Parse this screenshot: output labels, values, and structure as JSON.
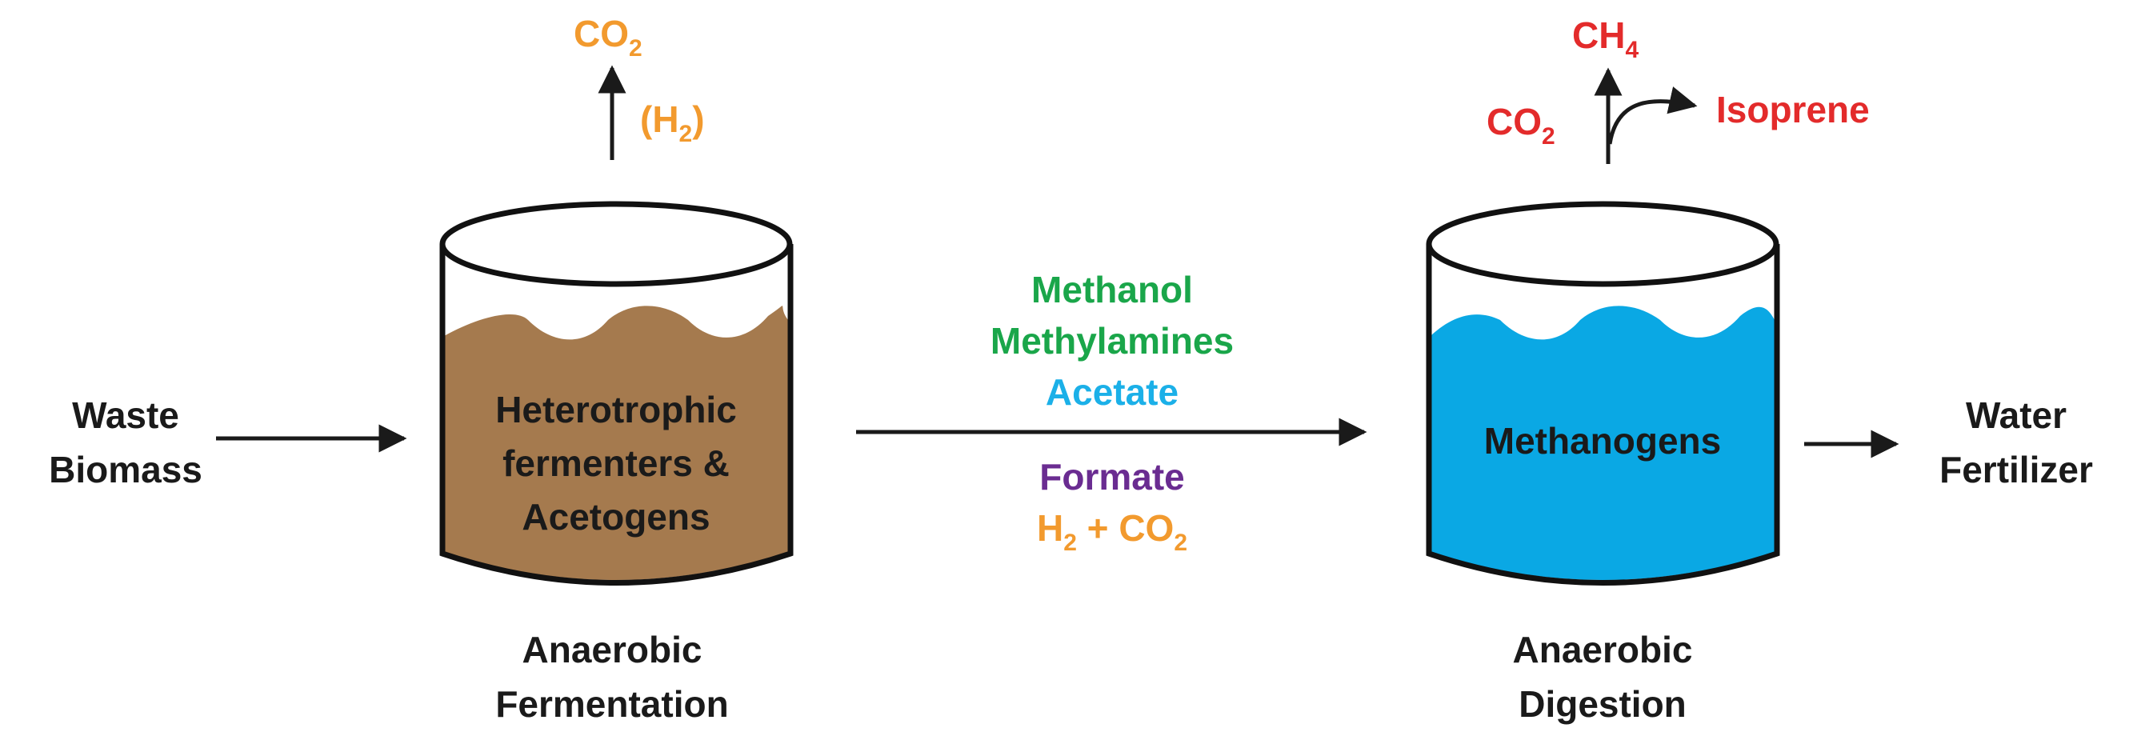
{
  "input": {
    "line1": "Waste",
    "line2": "Biomass"
  },
  "output": {
    "line1": "Water",
    "line2": "Fertilizer"
  },
  "fermenter": {
    "content_line1": "Heterotrophic",
    "content_line2": "fermenters &",
    "content_line3": "Acetogens",
    "caption_line1": "Anaerobic",
    "caption_line2": "Fermentation",
    "gas_co2": "CO",
    "gas_co2_sub": "2",
    "gas_h2_open": "(H",
    "gas_h2_sub": "2",
    "gas_h2_close": ")",
    "liquid_color": "#a57a4e",
    "gas_color": "#f29a2e"
  },
  "digester": {
    "content": "Methanogens",
    "caption_line1": "Anaerobic",
    "caption_line2": "Digestion",
    "gas_ch4": "CH",
    "gas_ch4_sub": "4",
    "gas_co2": "CO",
    "gas_co2_sub": "2",
    "product": "Isoprene",
    "liquid_color": "#0aa8e4",
    "gas_color": "#e32b2b"
  },
  "intermediates": {
    "methanol": "Methanol",
    "methylamines": "Methylamines",
    "acetate": "Acetate",
    "formate": "Formate",
    "h2": "H",
    "h2_sub": "2",
    "plus_co2": " + CO",
    "co2_sub": "2",
    "colors": {
      "methyl": "#1aa64a",
      "acetate": "#1bb0e8",
      "formate": "#6a2c91",
      "h2co2": "#f29a2e"
    }
  }
}
